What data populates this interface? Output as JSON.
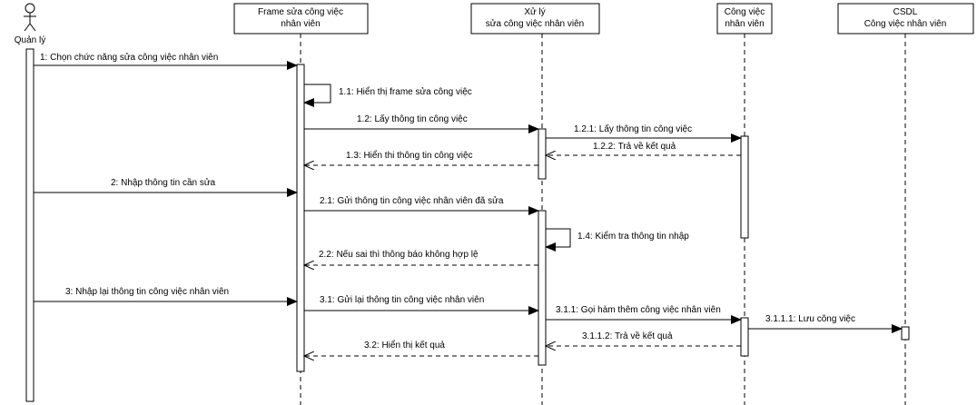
{
  "actor": {
    "name": "Quản lý"
  },
  "lifelines": [
    {
      "id": "frame",
      "title_line1": "Frame sửa công việc",
      "title_line2": "nhân viên"
    },
    {
      "id": "xuly",
      "title_line1": "Xử lý",
      "title_line2": "sửa công việc nhân viên"
    },
    {
      "id": "congviec",
      "title_line1": "Công việc",
      "title_line2": "nhân viên"
    },
    {
      "id": "csdl",
      "title_line1": "CSDL",
      "title_line2": "Công việc nhân viên"
    }
  ],
  "messages": [
    {
      "id": "m1",
      "label": "1: Chọn chức năng sửa công việc nhân viên"
    },
    {
      "id": "m1_1",
      "label": "1.1: Hiển thị frame sửa công việc"
    },
    {
      "id": "m1_2",
      "label": "1.2: Lấy thông tin công việc"
    },
    {
      "id": "m1_2_1",
      "label": "1.2.1: Lấy thông tin công việc"
    },
    {
      "id": "m1_2_2",
      "label": "1.2.2: Trả về kết quả"
    },
    {
      "id": "m1_3",
      "label": "1.3: Hiển thi thông tin công việc"
    },
    {
      "id": "m2",
      "label": "2: Nhập thông tin cần sửa"
    },
    {
      "id": "m2_1",
      "label": "2.1: Gửi thông tin công việc nhân viên đã sửa"
    },
    {
      "id": "m1_4",
      "label": "1.4: Kiểm tra thông tin nhập"
    },
    {
      "id": "m2_2",
      "label": "2.2: Nếu sai thì thông báo không hợp lệ"
    },
    {
      "id": "m3",
      "label": "3: Nhập lại thông tin công việc nhân viên"
    },
    {
      "id": "m3_1",
      "label": "3.1: Gửi lại thông tin công việc nhân viên"
    },
    {
      "id": "m3_1_1",
      "label": "3.1.1: Gọi hàm thêm công việc nhân viên"
    },
    {
      "id": "m3_1_1_1",
      "label": "3.1.1.1: Lưu công việc"
    },
    {
      "id": "m3_1_1_2",
      "label": "3.1.1.2: Trả về kết quả"
    },
    {
      "id": "m3_2",
      "label": "3.2: Hiển thị kết quả"
    }
  ]
}
